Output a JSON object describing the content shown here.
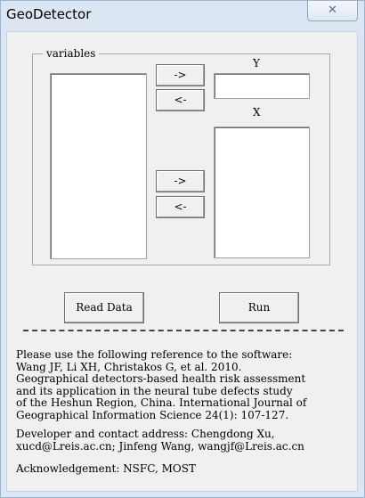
{
  "window": {
    "title": "GeoDetector",
    "close_glyph": "✕"
  },
  "variables": {
    "group_label": "variables"
  },
  "y_section": {
    "label": "Y",
    "to_y_button": "->",
    "from_y_button": "<-"
  },
  "x_section": {
    "label": "X",
    "to_x_button": "->",
    "from_x_button": "<-"
  },
  "actions": {
    "read_data": "Read Data",
    "run": "Run"
  },
  "reference": {
    "lines": [
      "Please use the following reference to the software:",
      "Wang JF, Li XH, Christakos G, et al. 2010.",
      "Geographical detectors-based health risk assessment",
      "and its application in the neural tube defects study",
      "of the Heshun Region, China. International Journal of",
      "Geographical Information Science 24(1): 107-127."
    ],
    "contact_lines": [
      "Developer and contact address: Chengdong Xu,",
      "xucd@Lreis.ac.cn; Jinfeng Wang, wangjf@Lreis.ac.cn"
    ],
    "acknowledgement": "Acknowledgement: NSFC, MOST"
  }
}
